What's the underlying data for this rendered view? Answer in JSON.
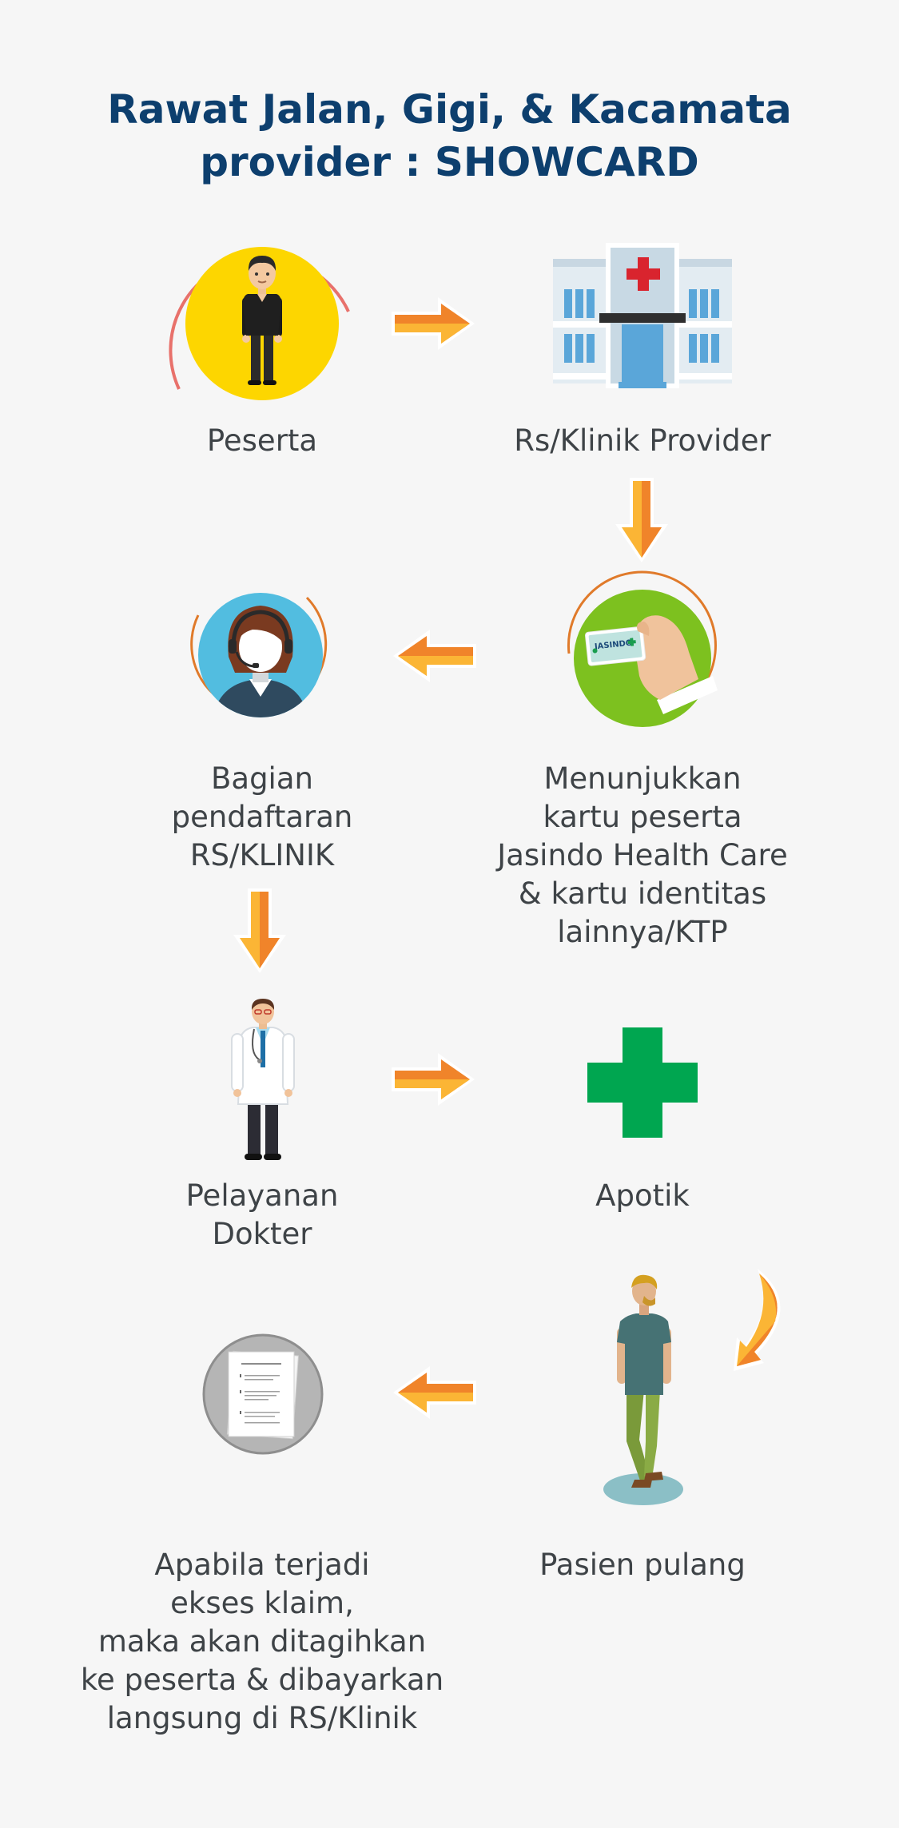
{
  "title": {
    "line1": "Rawat Jalan, Gigi, & Kacamata",
    "line2": "provider : SHOWCARD"
  },
  "steps": [
    {
      "id": "peserta",
      "label_lines": [
        "Peserta"
      ],
      "icon": "person-icon"
    },
    {
      "id": "rs-klinik-provider",
      "label_lines": [
        "Rs/Klinik Provider"
      ],
      "icon": "hospital-icon"
    },
    {
      "id": "menunjukkan-kartu",
      "label_lines": [
        "Menunjukkan",
        "kartu peserta",
        "Jasindo Health Care",
        "& kartu identitas",
        "lainnya/KTP"
      ],
      "icon": "card-in-hand-icon",
      "card_text": "JASINDO"
    },
    {
      "id": "bagian-pendaftaran",
      "label_lines": [
        "Bagian",
        "pendaftaran",
        "RS/KLINIK"
      ],
      "icon": "receptionist-icon"
    },
    {
      "id": "pelayanan-dokter",
      "label_lines": [
        "Pelayanan",
        "Dokter"
      ],
      "icon": "doctor-icon"
    },
    {
      "id": "apotik",
      "label_lines": [
        "Apotik"
      ],
      "icon": "pharmacy-cross-icon"
    },
    {
      "id": "pasien-pulang",
      "label_lines": [
        "Pasien pulang"
      ],
      "icon": "walking-patient-icon"
    },
    {
      "id": "ekses-klaim",
      "label_lines": [
        "Apabila terjadi",
        "ekses klaim,",
        "maka akan ditagihkan",
        "ke peserta & dibayarkan",
        "langsung di RS/Klinik"
      ],
      "icon": "document-icon"
    }
  ],
  "colors": {
    "title": "#0d3f6e",
    "label": "#3e4347",
    "arrow_dark": "#f0842a",
    "arrow_light": "#fbb535",
    "pharmacy_green": "#00a650",
    "peserta_circle": "#fdd600",
    "card_circle": "#7dc11f",
    "receptionist_circle": "#52bde0"
  }
}
